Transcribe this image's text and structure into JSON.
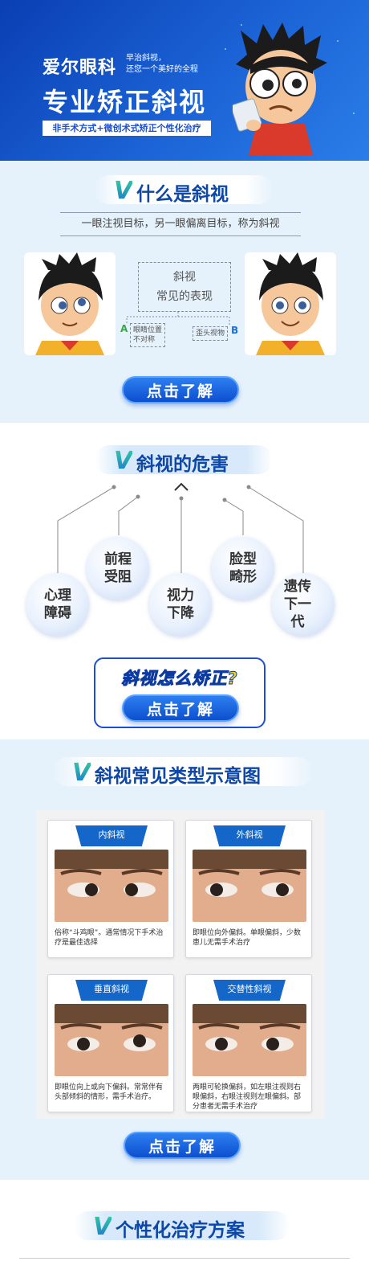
{
  "banner": {
    "brand": "爱尔眼科",
    "slogan_line1": "早治斜视，",
    "slogan_line2": "还您一个美好的全程",
    "headline": "专业矫正斜视",
    "tagline": "非手术方式+微创术式矫正个性化治疗"
  },
  "section_what": {
    "title": "什么是斜视",
    "definition": "一眼注视目标，另一眼偏离目标，称为斜视",
    "symptom_title_line1": "斜视",
    "symptom_title_line2": "常见的表现",
    "symptom_a_letter": "A",
    "symptom_a_line1": "眼睛位置",
    "symptom_a_line2": "不对称",
    "symptom_b_letter": "B",
    "symptom_b_text": "歪头视物",
    "cta": "点击了解"
  },
  "section_harm": {
    "title": "斜视的危害",
    "items": [
      {
        "line1": "心理",
        "line2": "障碍"
      },
      {
        "line1": "前程",
        "line2": "受阻"
      },
      {
        "line1": "视力",
        "line2": "下降"
      },
      {
        "line1": "脸型",
        "line2": "畸形"
      },
      {
        "line1": "遗传",
        "line2": "下一代"
      }
    ],
    "how_title": "斜视怎么矫正?",
    "cta": "点击了解"
  },
  "section_types": {
    "title": "斜视常见类型示意图",
    "cards": [
      {
        "label": "内斜视",
        "desc": "俗称“斗鸡眼”。通常情况下手术治疗是最佳选择"
      },
      {
        "label": "外斜视",
        "desc": "即眼位向外偏斜。单眼偏斜，少数患儿无需手术治疗"
      },
      {
        "label": "垂直斜视",
        "desc": "即眼位向上或向下偏斜。常常伴有头部倾斜的情形，需手术治疗。"
      },
      {
        "label": "交替性斜视",
        "desc": "两眼可轮换偏斜，如左眼注视则右眼偏斜，右眼注视则左眼偏斜。部分患者无需手术治疗"
      }
    ],
    "cta": "点击了解"
  },
  "section_plan": {
    "title": "个性化治疗方案"
  },
  "colors": {
    "brand_blue": "#0d47a8",
    "button_blue": "#1467c9",
    "accent_yellow": "#f7d118",
    "accent_green": "#35d39c"
  }
}
